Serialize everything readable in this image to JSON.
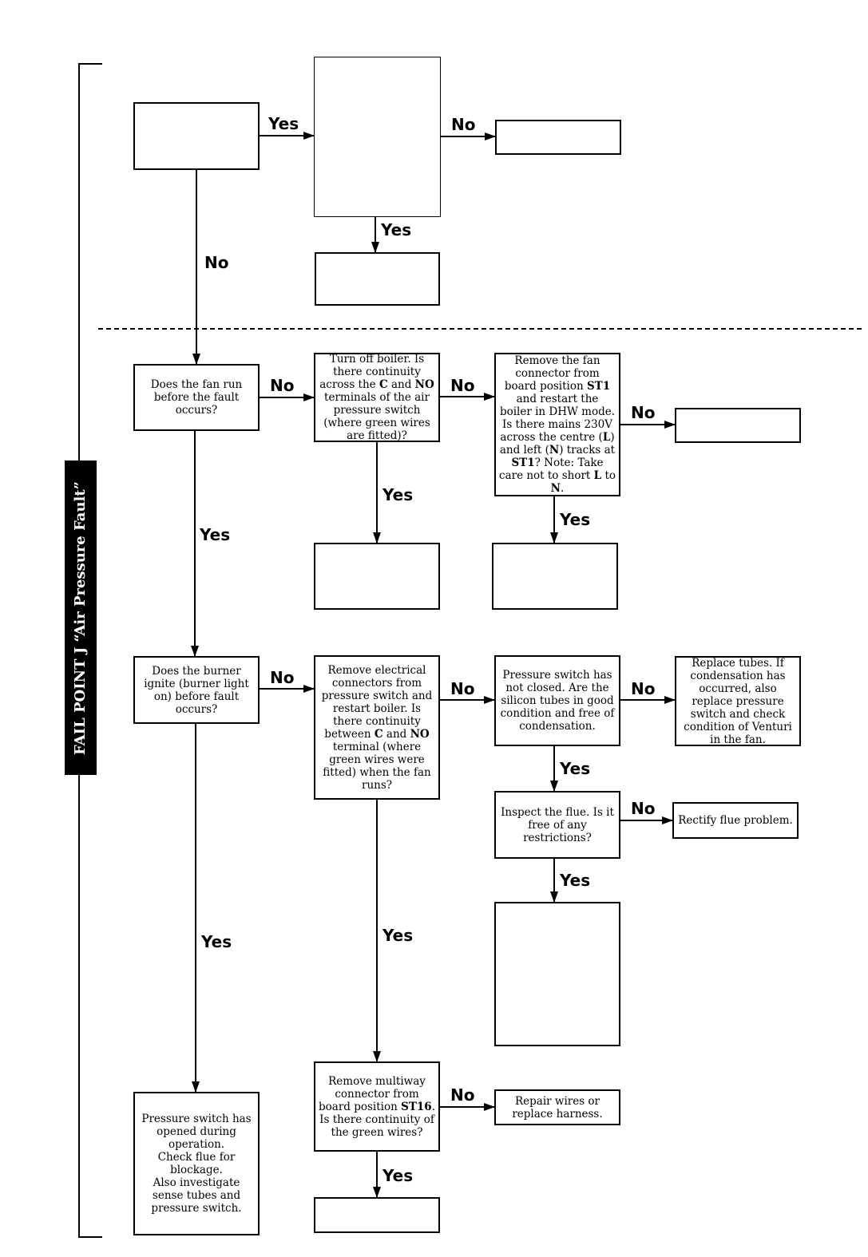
{
  "side_title": "FAIL POINT J “Air Pressure Fault”",
  "labels": {
    "yes": "Yes",
    "no": "No"
  },
  "boxes": {
    "fan_run": "Does the fan run before the fault occurs?",
    "continuity_c_no": [
      "Turn off boiler. Is there continuity across the ",
      "C",
      " and ",
      "NO",
      " terminals of the air pressure switch (where green wires are fitted)?"
    ],
    "fan_connector": [
      "Remove the fan connector from board position ",
      "ST1",
      " and restart the boiler in DHW mode.\nIs there mains 230V across the centre (",
      "L",
      ") and left (",
      "N",
      ") tracks at ",
      "ST1",
      "? Note: Take care not to short ",
      "L",
      " to ",
      "N",
      "."
    ],
    "burner_ignite": "Does the burner ignite (burner light on) before fault occurs?",
    "remove_connectors": [
      "Remove electrical connectors from pressure switch and restart boiler. Is there continuity between ",
      "C",
      " and ",
      "NO",
      " terminal (where green wires were fitted) when the fan runs?"
    ],
    "pressure_not_closed": "Pressure switch has not closed. Are the silicon tubes in good condition and free of condensation.",
    "replace_tubes": "Replace tubes. If condensation has occurred, also replace pressure switch and check condition of Venturi in the fan.",
    "inspect_flue": "Inspect the flue. Is it free of any restrictions?",
    "rectify_flue": "Rectify flue problem.",
    "multiway": [
      "Remove multiway connector from board position ",
      "ST16",
      ". Is there continuity of the green wires?"
    ],
    "repair_wires": "Repair wires or replace harness.",
    "switch_opened": "Pressure switch has opened during operation.\nCheck flue for blockage.\nAlso investigate sense tubes and pressure switch."
  }
}
